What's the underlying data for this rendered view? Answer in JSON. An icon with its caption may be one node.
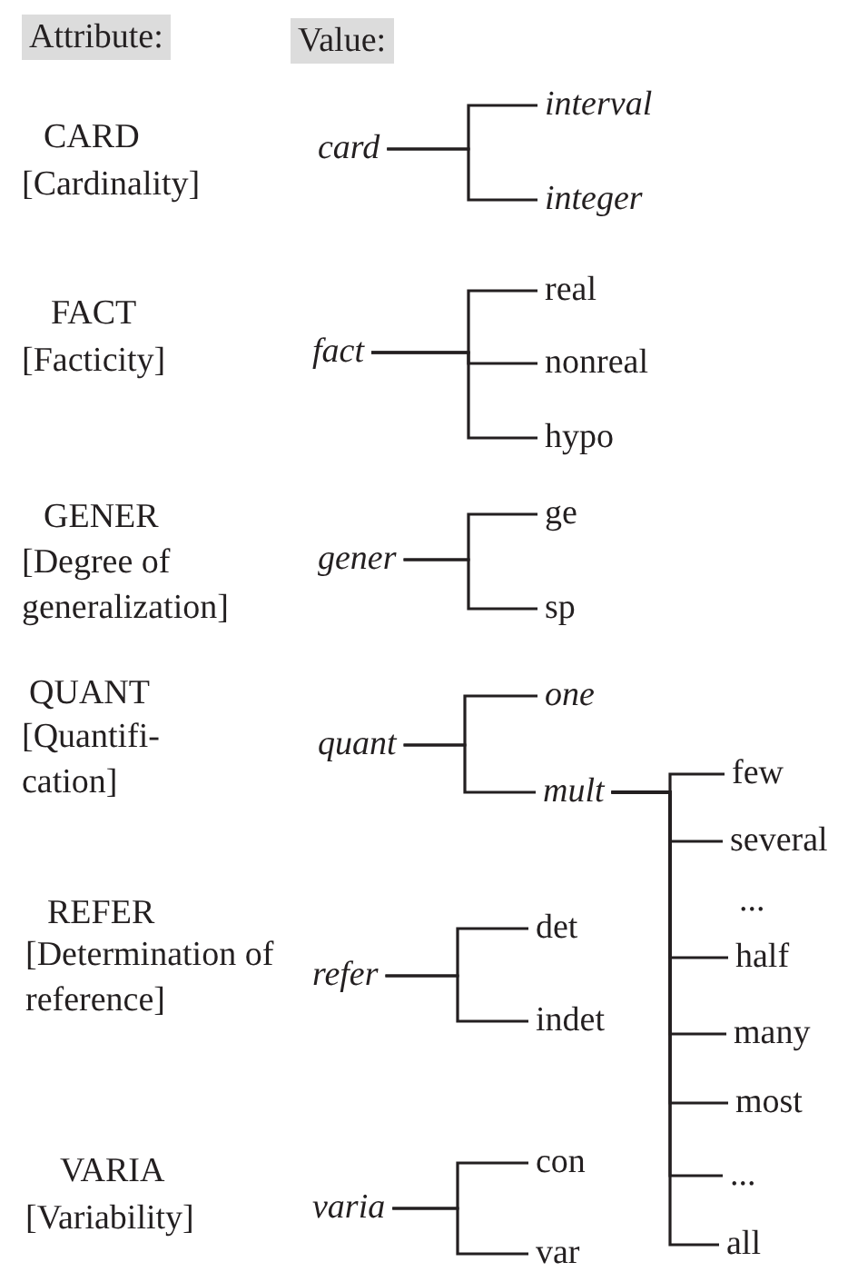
{
  "diagram": {
    "nodes": [
      {
        "text": [
          "card"
        ]
      },
      {
        "text": [
          "interval"
        ]
      },
      {
        "text": [
          "integer"
        ]
      },
      {
        "text": [
          "fact"
        ]
      },
      {
        "text": [
          "real"
        ]
      },
      {
        "text": [
          "nonreal"
        ]
      },
      {
        "text": [
          "hypo"
        ]
      },
      {
        "text": [
          "gener"
        ]
      },
      {
        "text": [
          "ge"
        ]
      },
      {
        "text": [
          "sp"
        ]
      },
      {
        "text": [
          "quant"
        ]
      },
      {
        "text": [
          "one"
        ]
      },
      {
        "text": [
          "mult"
        ]
      },
      {
        "text": [
          "few"
        ]
      },
      {
        "text": [
          "several"
        ]
      },
      {
        "text": [
          "half"
        ]
      },
      {
        "text": [
          "many"
        ]
      },
      {
        "text": [
          "most"
        ]
      },
      {
        "text": [
          "..."
        ]
      },
      {
        "text": [
          "all"
        ]
      },
      {
        "text": [
          "refer"
        ]
      },
      {
        "text": [
          "det"
        ]
      },
      {
        "text": [
          "indet"
        ]
      },
      {
        "text": [
          "varia"
        ]
      },
      {
        "text": [
          "con"
        ]
      },
      {
        "text": [
          "var"
        ]
      }
    ],
    "edges": [
      {
        "from": 0,
        "to": 1,
        "arrow": "none"
      },
      {
        "from": 0,
        "to": 2,
        "arrow": "none"
      },
      {
        "from": 3,
        "to": 4,
        "arrow": "none"
      },
      {
        "from": 3,
        "to": 5,
        "arrow": "none"
      },
      {
        "from": 3,
        "to": 6,
        "arrow": "none"
      },
      {
        "from": 7,
        "to": 8,
        "arrow": "none"
      },
      {
        "from": 7,
        "to": 9,
        "arrow": "none"
      },
      {
        "from": 10,
        "to": 11,
        "arrow": "none"
      },
      {
        "from": 10,
        "to": 12,
        "arrow": "none"
      },
      {
        "from": 12,
        "to": 13,
        "arrow": "none"
      },
      {
        "from": 12,
        "to": 14,
        "arrow": "none"
      },
      {
        "from": 12,
        "to": 15,
        "arrow": "none"
      },
      {
        "from": 12,
        "to": 16,
        "arrow": "none"
      },
      {
        "from": 12,
        "to": 17,
        "arrow": "none"
      },
      {
        "from": 12,
        "to": 18,
        "arrow": "none"
      },
      {
        "from": 12,
        "to": 19,
        "arrow": "none"
      },
      {
        "from": 20,
        "to": 21,
        "arrow": "none"
      },
      {
        "from": 20,
        "to": 22,
        "arrow": "none"
      },
      {
        "from": 23,
        "to": 24,
        "arrow": "none"
      },
      {
        "from": 23,
        "to": 25,
        "arrow": "none"
      }
    ],
    "labels": [
      "Attribute:",
      "Value:",
      "CARD",
      "[Cardinality]",
      "FACT",
      "[Facticity]",
      "GENER",
      "[Degree of generalization]",
      "QUANT",
      "[Quantifi- cation]",
      "REFER",
      "[Determination of reference]",
      "VARIA",
      "[Variability]",
      "..."
    ]
  }
}
